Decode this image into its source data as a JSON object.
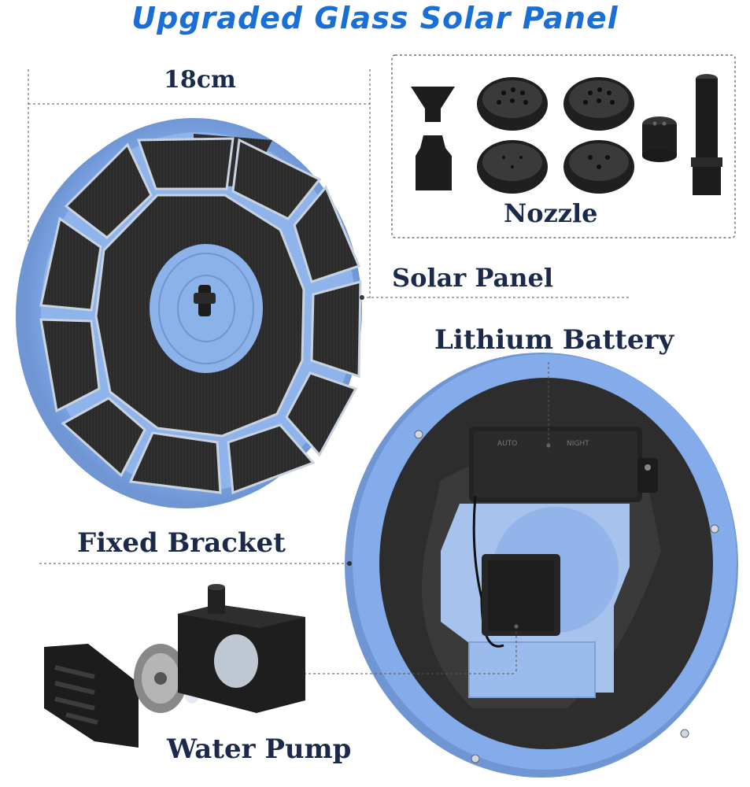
{
  "title": "Upgraded Glass Solar Panel",
  "labels": {
    "dimension": "18cm",
    "nozzle": "Nozzle",
    "solar_panel": "Solar Panel",
    "lithium_battery": "Lithium Battery",
    "fixed_bracket": "Fixed Bracket",
    "water_pump": "Water Pump"
  },
  "battery_box": {
    "auto": "AUTO",
    "night": "NIGHT"
  },
  "colors": {
    "title": "#1a6fd6",
    "panel_frame": "#7fa8e6",
    "cell": "#2b2b2b",
    "label": "#1b2a4a"
  }
}
